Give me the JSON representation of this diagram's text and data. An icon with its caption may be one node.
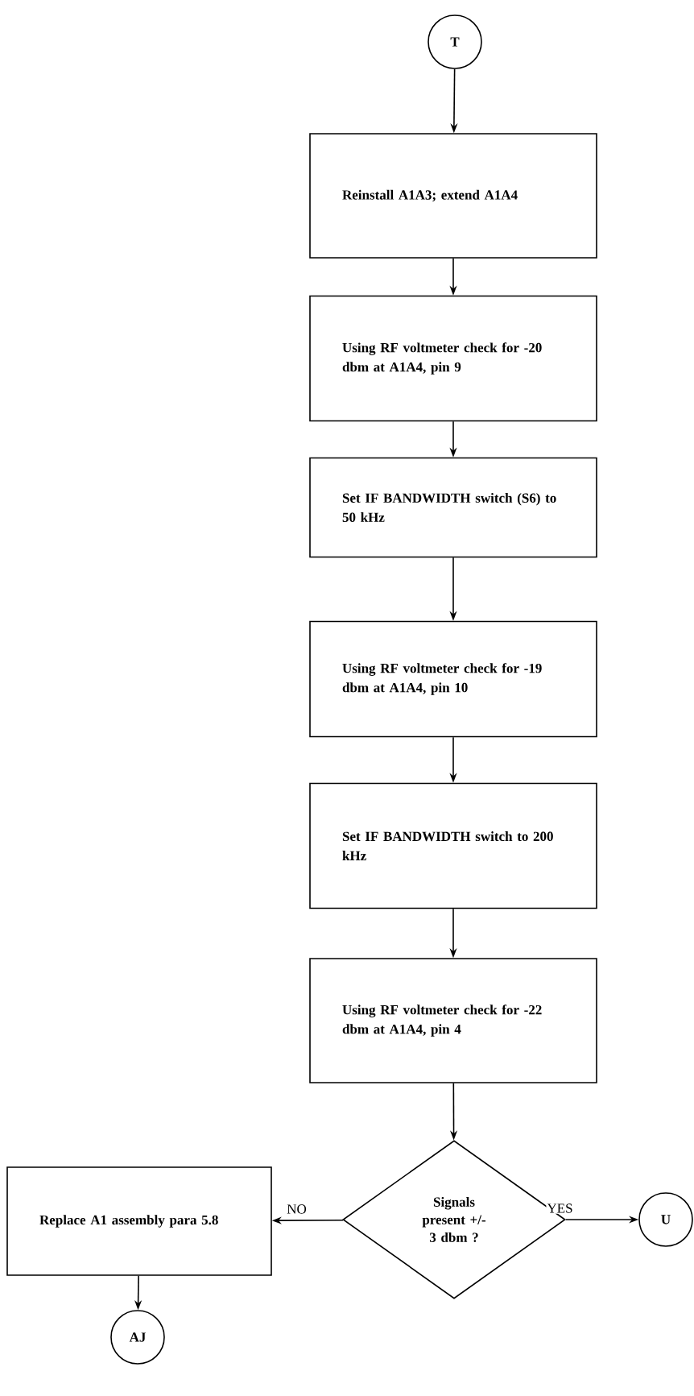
{
  "diagram": {
    "nodes": [
      {
        "text": [
          "T"
        ]
      },
      {
        "text": [
          "Reinstall A1A3; extend A1A4"
        ]
      },
      {
        "text": [
          "Using RF voltmeter check for -20 dbm at A1A4, pin 9"
        ]
      },
      {
        "text": [
          "Set IF BANDWIDTH switch (S6) to 50 kHz"
        ]
      },
      {
        "text": [
          "Using RF voltmeter check for -19 dbm at A1A4, pin 10"
        ]
      },
      {
        "text": [
          "Set IF BANDWIDTH switch to 200 kHz"
        ]
      },
      {
        "text": [
          "Using RF voltmeter check for -22 dbm at A1A4, pin 4"
        ]
      },
      {
        "text": [
          "Signals present +/- 3 dbm ?"
        ]
      },
      {
        "text": [
          "Replace A1 assembly para 5.8"
        ]
      },
      {
        "text": [
          "U"
        ]
      },
      {
        "text": [
          "AJ"
        ]
      }
    ],
    "edges": [
      {
        "from": 0,
        "to": 1,
        "arrow": "to"
      },
      {
        "from": 1,
        "to": 2,
        "arrow": "to"
      },
      {
        "from": 2,
        "to": 3,
        "arrow": "to"
      },
      {
        "from": 3,
        "to": 4,
        "arrow": "to"
      },
      {
        "from": 4,
        "to": 5,
        "arrow": "to"
      },
      {
        "from": 5,
        "to": 6,
        "arrow": "to"
      },
      {
        "from": 6,
        "to": 7,
        "arrow": "to"
      },
      {
        "from": 7,
        "to": 8,
        "arrow": "to",
        "label": "NO"
      },
      {
        "from": 7,
        "to": 9,
        "arrow": "to",
        "label": "YES"
      },
      {
        "from": 8,
        "to": 10,
        "arrow": "to"
      }
    ]
  }
}
